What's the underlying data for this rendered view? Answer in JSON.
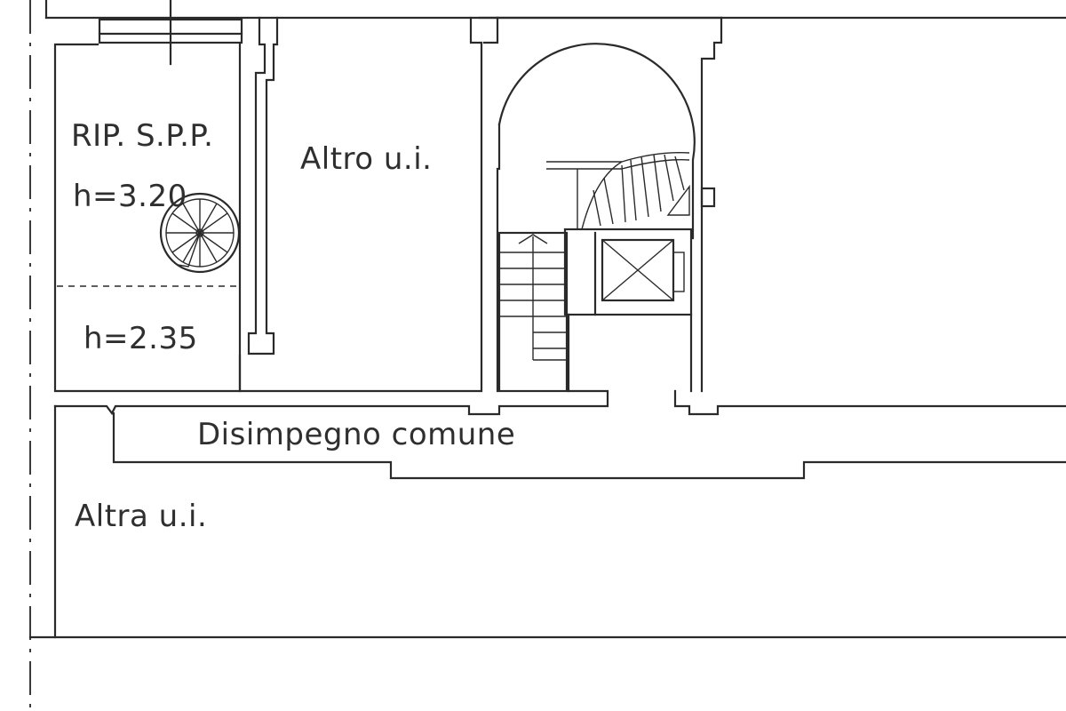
{
  "labels": {
    "storage_room": "RIP. S.P.P.",
    "height_high": "h=3.20",
    "height_low": "h=2.35",
    "other_unit_top": "Altro u.i.",
    "corridor": "Disimpegno comune",
    "other_unit_bottom": "Altra u.i."
  },
  "colors": {
    "line": "#2a2a2a",
    "text": "#2f2f2f",
    "background": "#ffffff"
  }
}
